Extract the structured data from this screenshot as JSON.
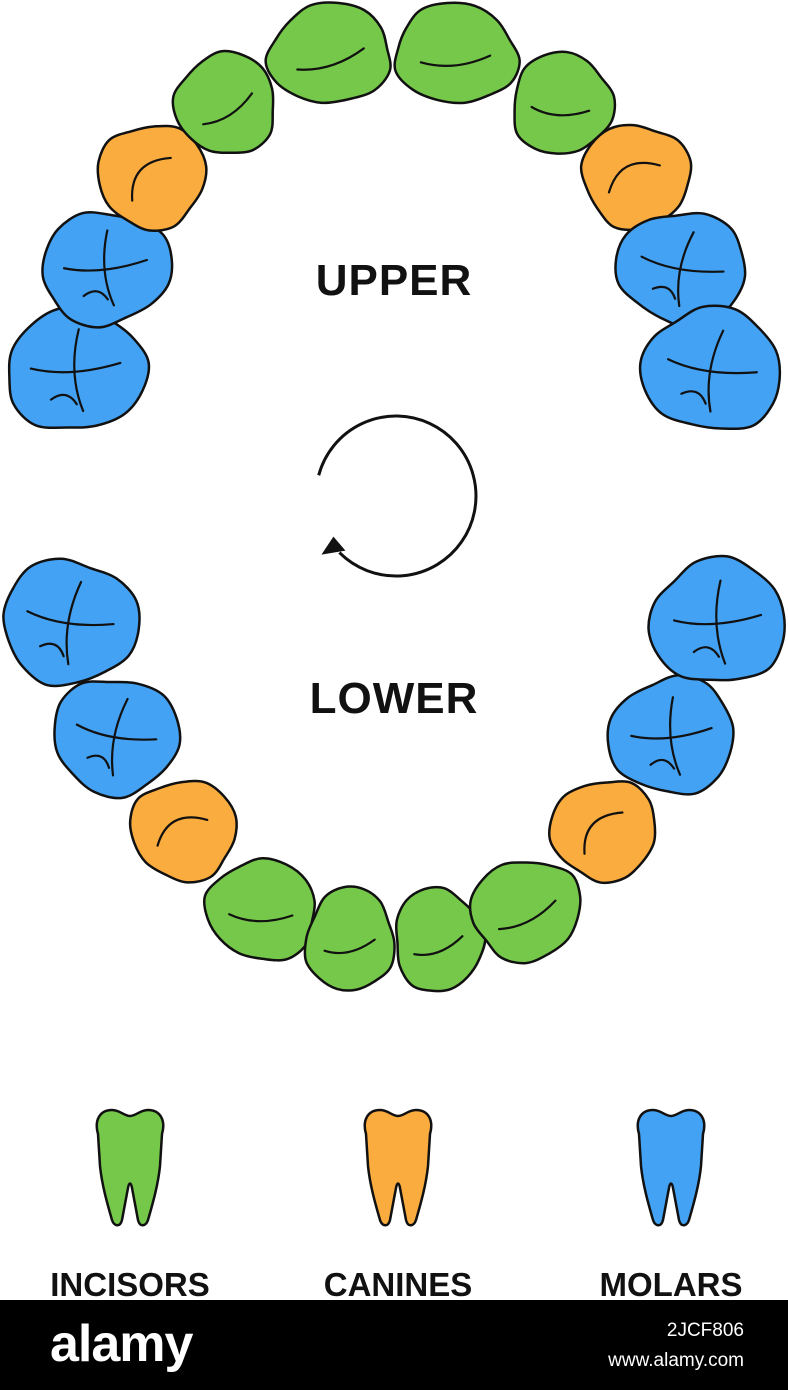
{
  "jaws": {
    "upper": "UPPER",
    "lower": "LOWER"
  },
  "legend": {
    "incisors": "INCISORS",
    "canines": "CANINES",
    "molars": "MOLARS"
  },
  "colors": {
    "incisor": "#76c84a",
    "canine": "#fbac3f",
    "molar": "#43a2f3",
    "outline": "#111111"
  },
  "teeth": {
    "upper": [
      "molar",
      "molar",
      "canine",
      "incisor",
      "incisor",
      "incisor",
      "incisor",
      "canine",
      "molar",
      "molar"
    ],
    "lower": [
      "molar",
      "molar",
      "canine",
      "incisor",
      "incisor",
      "incisor",
      "incisor",
      "canine",
      "molar",
      "molar"
    ]
  },
  "watermark": {
    "brand": "alamy",
    "image_id": "2JCF806",
    "url": "www.alamy.com"
  }
}
